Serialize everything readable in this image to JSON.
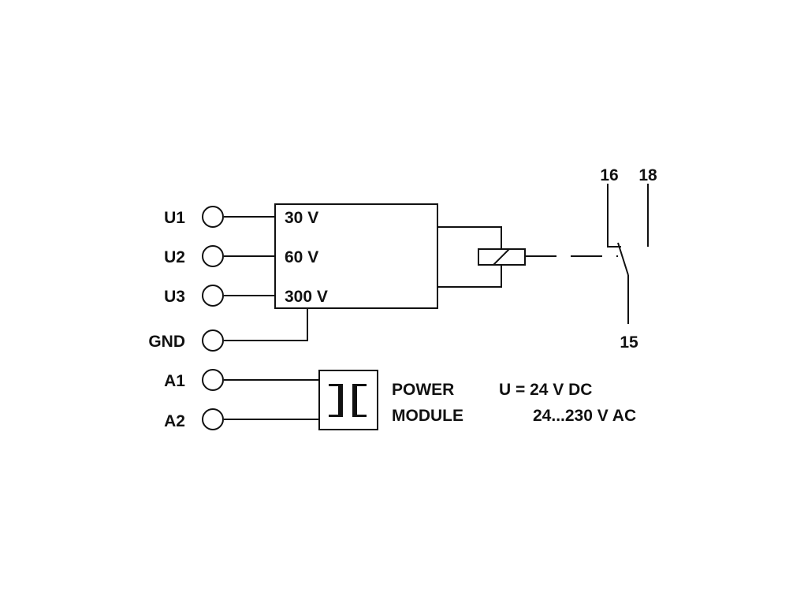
{
  "terminals": {
    "u1": "U1",
    "u2": "U2",
    "u3": "U3",
    "gnd": "GND",
    "a1": "A1",
    "a2": "A2"
  },
  "input_module": {
    "range_30": "30 V",
    "range_60": "60 V",
    "range_300": "300 V"
  },
  "relay_contacts": {
    "c16": "16",
    "c18": "18",
    "c15": "15"
  },
  "power_module": {
    "line1": "POWER",
    "line2": "MODULE",
    "voltage_dc": "U = 24 V DC",
    "voltage_ac": "24...230 V AC"
  }
}
